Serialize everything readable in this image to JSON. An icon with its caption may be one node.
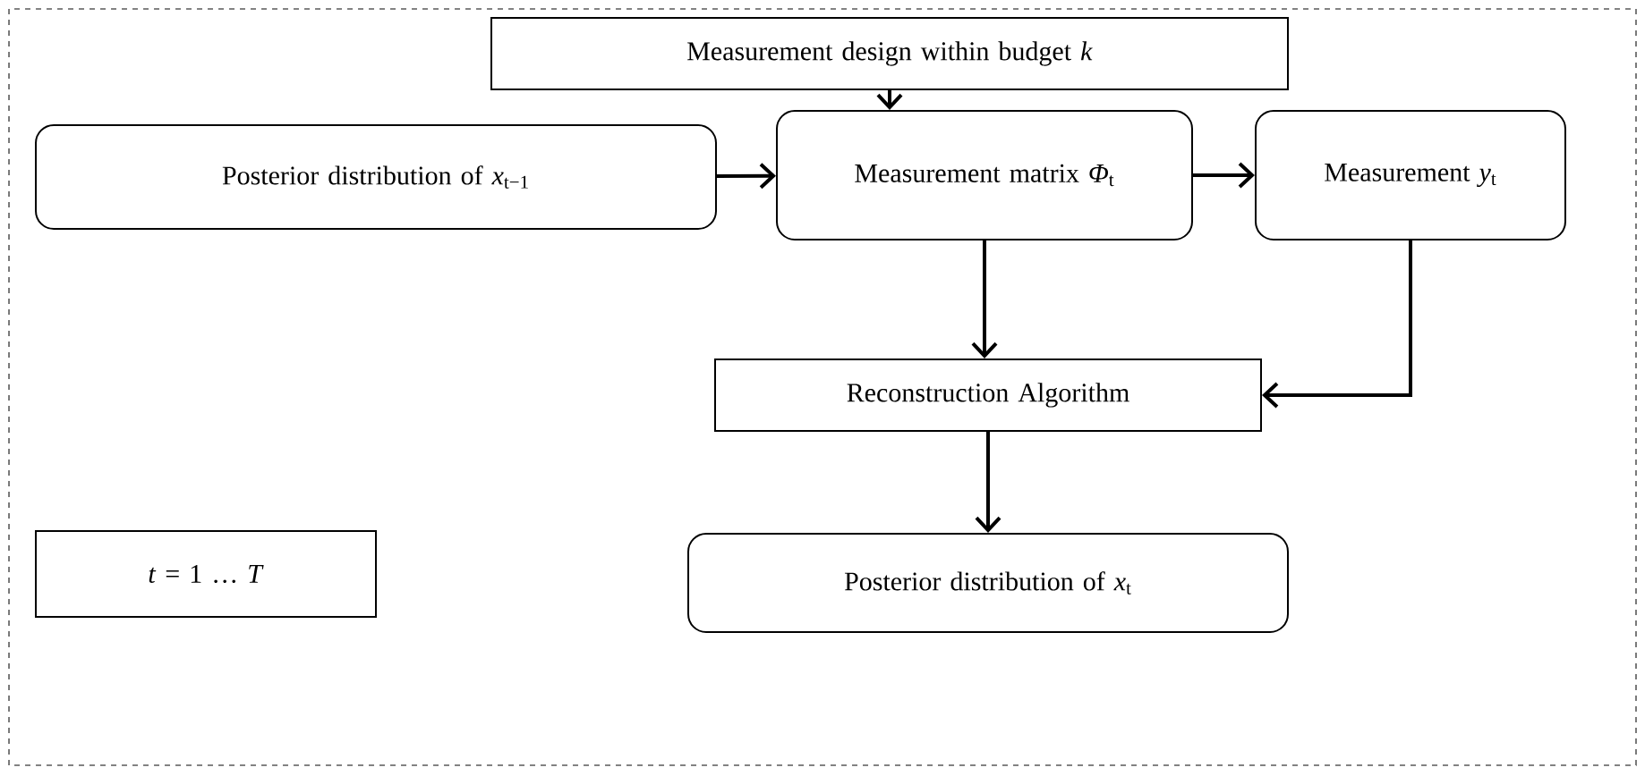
{
  "diagram": {
    "nodes": [
      {
        "text": [
          "Measurement design within budget  *k*"
        ]
      },
      {
        "text": [
          "Posterior distribution of  *x*$_{t−1}$"
        ]
      },
      {
        "text": [
          "Measurement matrix  *Φ*$_{t}$"
        ]
      },
      {
        "text": [
          "Measurement *y*$_{t}$"
        ]
      },
      {
        "text": [
          "Reconstruction Algorithm"
        ]
      },
      {
        "text": [
          "Posterior distribution of  *x*$_{t}$"
        ]
      },
      {
        "text": [
          "*t* = 1 … *T*"
        ]
      }
    ],
    "edges": [
      {
        "from": 0,
        "to": 2,
        "arrow": "to"
      },
      {
        "from": 1,
        "to": 2,
        "arrow": "to"
      },
      {
        "from": 2,
        "to": 3,
        "arrow": "to"
      },
      {
        "from": 2,
        "to": 4,
        "arrow": "to"
      },
      {
        "from": 3,
        "to": 4,
        "arrow": "to"
      },
      {
        "from": 4,
        "to": 5,
        "arrow": "to"
      }
    ]
  }
}
